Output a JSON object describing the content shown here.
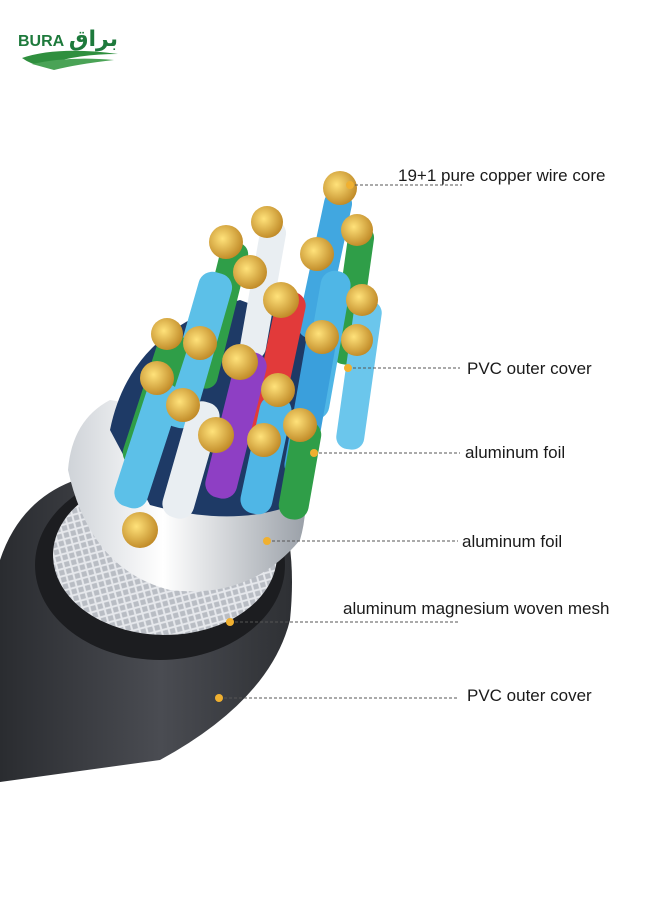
{
  "brand": {
    "latin": "BURA",
    "arabic": "براق",
    "color": "#1e7a3c"
  },
  "callouts": [
    {
      "id": "copper-core",
      "label": "19+1 pure copper wire core"
    },
    {
      "id": "pvc-inner",
      "label": "PVC outer cover"
    },
    {
      "id": "foil-1",
      "label": "aluminum foil"
    },
    {
      "id": "foil-2",
      "label": "aluminum foil"
    },
    {
      "id": "mesh",
      "label": "aluminum magnesium woven mesh"
    },
    {
      "id": "pvc-outer",
      "label": "PVC outer cover"
    }
  ],
  "colors": {
    "copper": "#d9a233",
    "marker": "#f0b030",
    "jacket": "#3a3c40",
    "leader": "#555555"
  }
}
